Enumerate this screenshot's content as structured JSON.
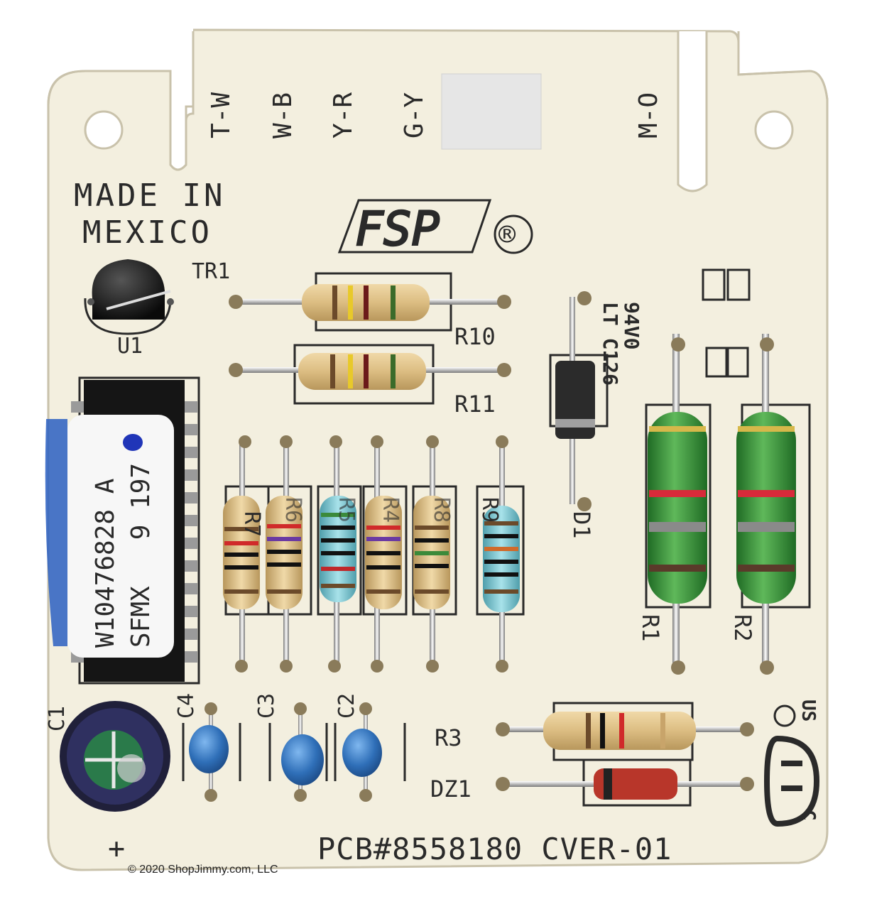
{
  "board": {
    "connector_labels": [
      "T-W",
      "W-B",
      "Y-R",
      "G-Y",
      "M-O"
    ],
    "made_in_line1": "MADE IN",
    "made_in_line2": "MEXICO",
    "logo": "FSP",
    "registered_mark": "®",
    "pcb_number": "PCB#8558180 CVER-01",
    "plus_sign": "+",
    "chip_label_line1": "W10476828 A",
    "chip_label_line2": "SFMX   9 197",
    "ul_line1": "94V0",
    "ul_line2": "LT C126",
    "ul_mark_suffix": "US",
    "ul_mark_prefix": "C",
    "designators": {
      "tr1": "TR1",
      "u1": "U1",
      "r10": "R10",
      "r11": "R11",
      "r7": "R7",
      "r6": "R6",
      "r5": "R5",
      "r4": "R4",
      "r8": "R8",
      "r9": "R9",
      "d1": "D1",
      "r1": "R1",
      "r2": "R2",
      "r3": "R3",
      "dz1": "DZ1",
      "c1": "C1",
      "c2": "C2",
      "c3": "C3",
      "c4": "C4"
    }
  },
  "copyright": "© 2020 ShopJimmy.com, LLC",
  "colors": {
    "board": "#f3efdf",
    "silkscreen": "#2a2a2a",
    "resistor_body": "#e2c58c",
    "power_resistor": "#3f9a3c",
    "blue_resistor": "#7ec9d4",
    "chip": "#151515",
    "capacitor": "#2f6fb8"
  }
}
